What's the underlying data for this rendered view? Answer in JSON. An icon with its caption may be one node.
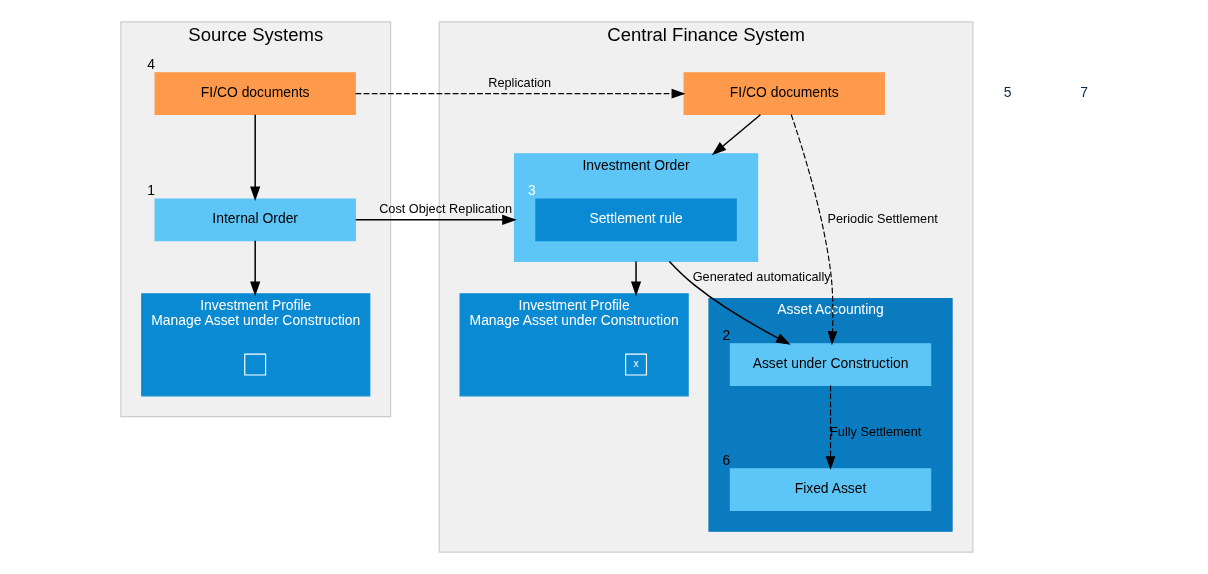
{
  "diagram": {
    "nodes": [
      {
        "text": [
          "Source Systems"
        ]
      },
      {
        "text": [
          "FI/CO documents"
        ],
        "in": 0,
        "beside": [
          "4"
        ]
      },
      {
        "text": [
          "Internal Order"
        ],
        "in": 0,
        "beside": [
          "1"
        ]
      },
      {
        "text": [
          "Investment Profile",
          "Manage Asset under Construction"
        ],
        "in": 0
      },
      {
        "text": [],
        "shape": "box",
        "in": 3
      },
      {
        "text": [
          "Central Finance System"
        ]
      },
      {
        "text": [
          "FI/CO documents"
        ],
        "in": 5
      },
      {
        "text": [
          "Investment Order"
        ],
        "in": 5
      },
      {
        "text": [
          "Settlement rule"
        ],
        "in": 7,
        "beside": [
          "3"
        ]
      },
      {
        "text": [
          "Investment Profile",
          "Manage Asset under Construction"
        ],
        "in": 5
      },
      {
        "text": [
          "x"
        ],
        "in": 9
      },
      {
        "text": [
          "Asset Accounting"
        ],
        "in": 5
      },
      {
        "text": [
          "Asset under Construction"
        ],
        "in": 11,
        "beside": [
          "2"
        ]
      },
      {
        "text": [
          "Fixed Asset"
        ],
        "in": 11,
        "beside": [
          "6"
        ]
      }
    ],
    "edges": [
      {
        "from": 1,
        "to": 6,
        "arrow": "to",
        "style": "dashed",
        "label": "Replication"
      },
      {
        "from": 1,
        "to": 2,
        "arrow": "to"
      },
      {
        "from": 2,
        "to": 7,
        "arrow": "to",
        "label": "Cost Object Replication"
      },
      {
        "from": 2,
        "to": 3,
        "arrow": "to"
      },
      {
        "from": 6,
        "to": 7,
        "arrow": "to"
      },
      {
        "from": 7,
        "to": 9,
        "arrow": "to"
      },
      {
        "from": 7,
        "to": 12,
        "arrow": "to",
        "label": "Generated automatically"
      },
      {
        "from": 6,
        "to": 12,
        "arrow": "to",
        "style": "dashed",
        "label": "Periodic Settlement"
      },
      {
        "from": 12,
        "to": 13,
        "arrow": "to",
        "style": "dashed",
        "label": "Fully Settlement"
      }
    ],
    "labels": [
      "5",
      "7"
    ]
  }
}
